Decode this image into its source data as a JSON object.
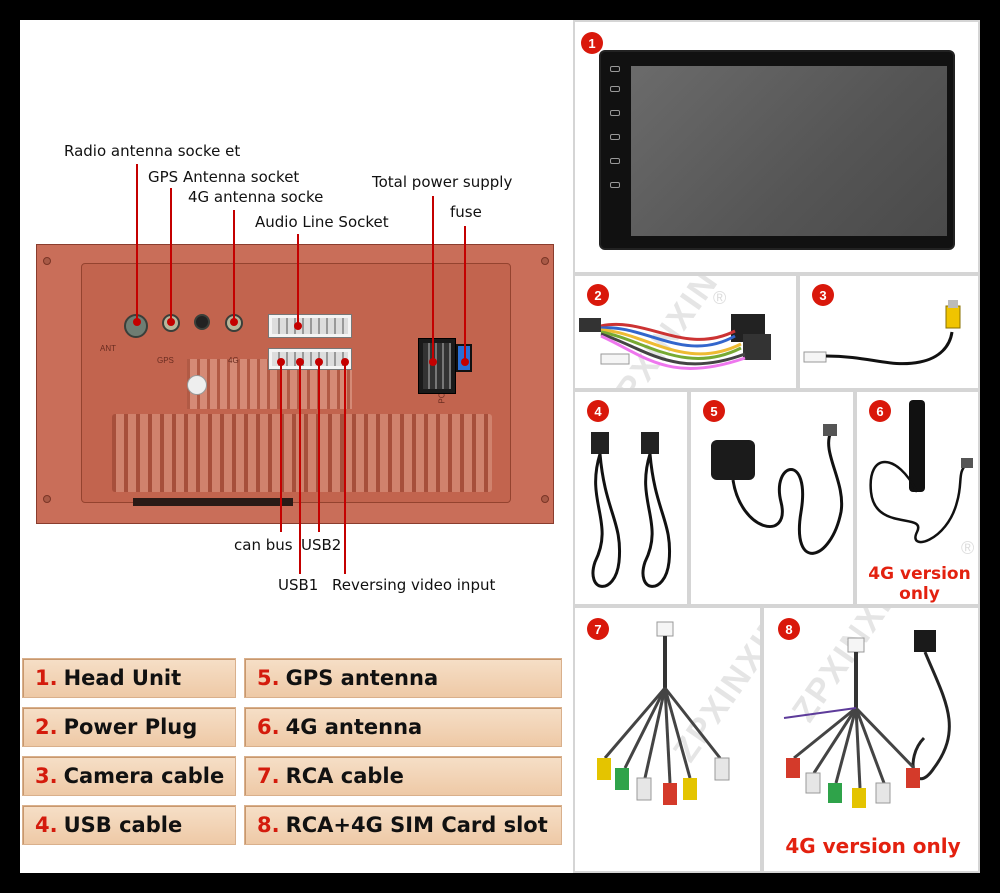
{
  "rear_panel": {
    "callouts": {
      "radio": "Radio antenna socke et",
      "gps": "GPS Antenna socket",
      "lte": "4G antenna socke",
      "audio": "Audio Line Socket",
      "power": "Total power supply",
      "fuse": "fuse",
      "canbus": "can bus",
      "usb2": "USB2",
      "usb1": "USB1",
      "reverse": "Reversing video input"
    },
    "port_labels": {
      "ant": "ANT",
      "gps": "GPS",
      "lte": "4G",
      "power": "POWER"
    },
    "line_color": "#c40000"
  },
  "legend": {
    "items": [
      {
        "num": "1.",
        "label": "Head Unit"
      },
      {
        "num": "2.",
        "label": "Power Plug"
      },
      {
        "num": "3.",
        "label": "Camera cable"
      },
      {
        "num": "4.",
        "label": "USB cable"
      },
      {
        "num": "5.",
        "label": "GPS antenna"
      },
      {
        "num": "6.",
        "label": "4G antenna"
      },
      {
        "num": "7.",
        "label": "RCA cable"
      },
      {
        "num": "8.",
        "label": "RCA+4G SIM Card slot"
      }
    ],
    "number_color": "#d41b0c"
  },
  "grid": {
    "badges": [
      "1",
      "2",
      "3",
      "4",
      "5",
      "6",
      "7",
      "8"
    ],
    "notes": {
      "lte_antenna": "4G version only",
      "rca_sim": "4G version only"
    },
    "watermark": "ZPXINXIN",
    "registered_mark": "®",
    "accent": "#d9180b"
  }
}
